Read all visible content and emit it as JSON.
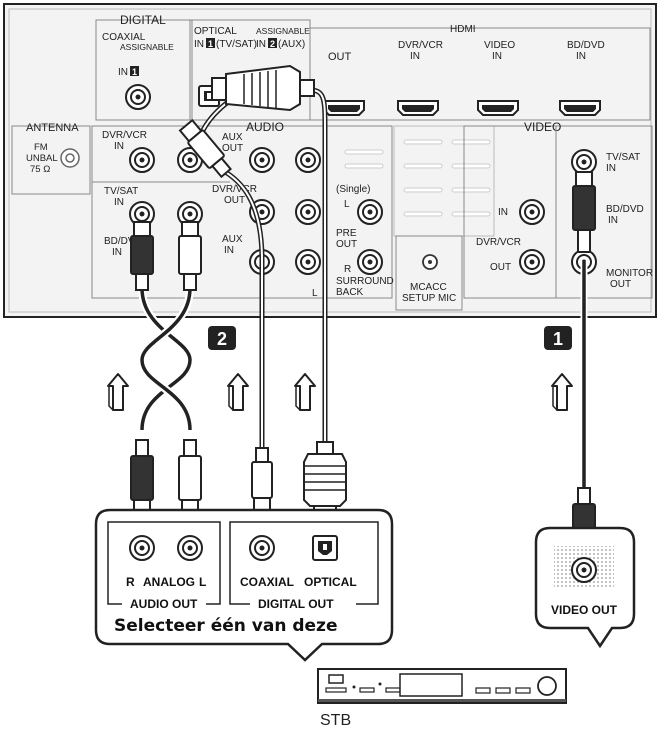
{
  "panel": {
    "digital": "DIGITAL",
    "coaxial": "COAXIAL",
    "assignable": "ASSIGNABLE",
    "in1": "IN",
    "in1_num": "1",
    "optical": "OPTICAL",
    "optical_in1": "IN",
    "optical_in1_num": "1",
    "optical_in1_text": "(TV/SAT)",
    "optical_assignable": "ASSIGNABLE",
    "optical_in2": "IN",
    "optical_in2_num": "2",
    "optical_in2_text": "(AUX)",
    "hdmi": "HDMI",
    "out": "OUT",
    "dvr_vcr_in": "DVR/VCR",
    "dvr_vcr_in2": "IN",
    "video_in": "VIDEO",
    "video_in2": "IN",
    "bd_dvd_in": "BD/DVD",
    "bd_dvd_in2": "IN",
    "antenna": "ANTENNA",
    "fm": "FM",
    "unbal": "UNBAL",
    "ohm": "75 Ω",
    "audio": "AUDIO",
    "video": "VIDEO",
    "dvr_vcr_audio": "DVR/VCR",
    "dvr_vcr_audio2": "IN",
    "aux_out": "AUX",
    "aux_out2": "OUT",
    "dvr_vcr_out": "DVR/VCR",
    "dvr_vcr_out2": "OUT",
    "tv_sat_in_audio": "TV/SAT",
    "tv_sat_in_audio2": "IN",
    "bd_dvd_audio": "BD/DVD",
    "bd_dvd_audio2": "IN",
    "aux_in": "AUX",
    "aux_in2": "IN",
    "single": "(Single)",
    "l": "L",
    "pre": "PRE",
    "out2": "OUT",
    "r": "R",
    "surround": "SURROUND",
    "back": "BACK",
    "l2": "L",
    "mcacc": "MCACC",
    "setup_mic": "SETUP MIC",
    "in_video": "IN",
    "out_video": "OUT",
    "dvr_vcr_video": "DVR/VCR",
    "tv_sat_video": "TV/SAT",
    "tv_sat_video2": "IN",
    "bd_dvd_video": "BD/DVD",
    "bd_dvd_video2": "IN",
    "monitor_out": "MONITOR",
    "monitor_out2": "OUT"
  },
  "steps": {
    "step1": "1",
    "step2": "2"
  },
  "stb_panel": {
    "r": "R",
    "analog": "ANALOG",
    "l": "L",
    "audio_out": "AUDIO OUT",
    "coaxial": "COAXIAL",
    "optical": "OPTICAL",
    "digital_out": "DIGITAL OUT",
    "select_one": "Selecteer één van deze",
    "video_out": "VIDEO OUT"
  },
  "device": {
    "label": "STB"
  },
  "colors": {
    "stroke": "#222222",
    "panel_bg": "#f4f4f4",
    "dark_plug": "#333333",
    "cable": "#2a2a2a"
  }
}
